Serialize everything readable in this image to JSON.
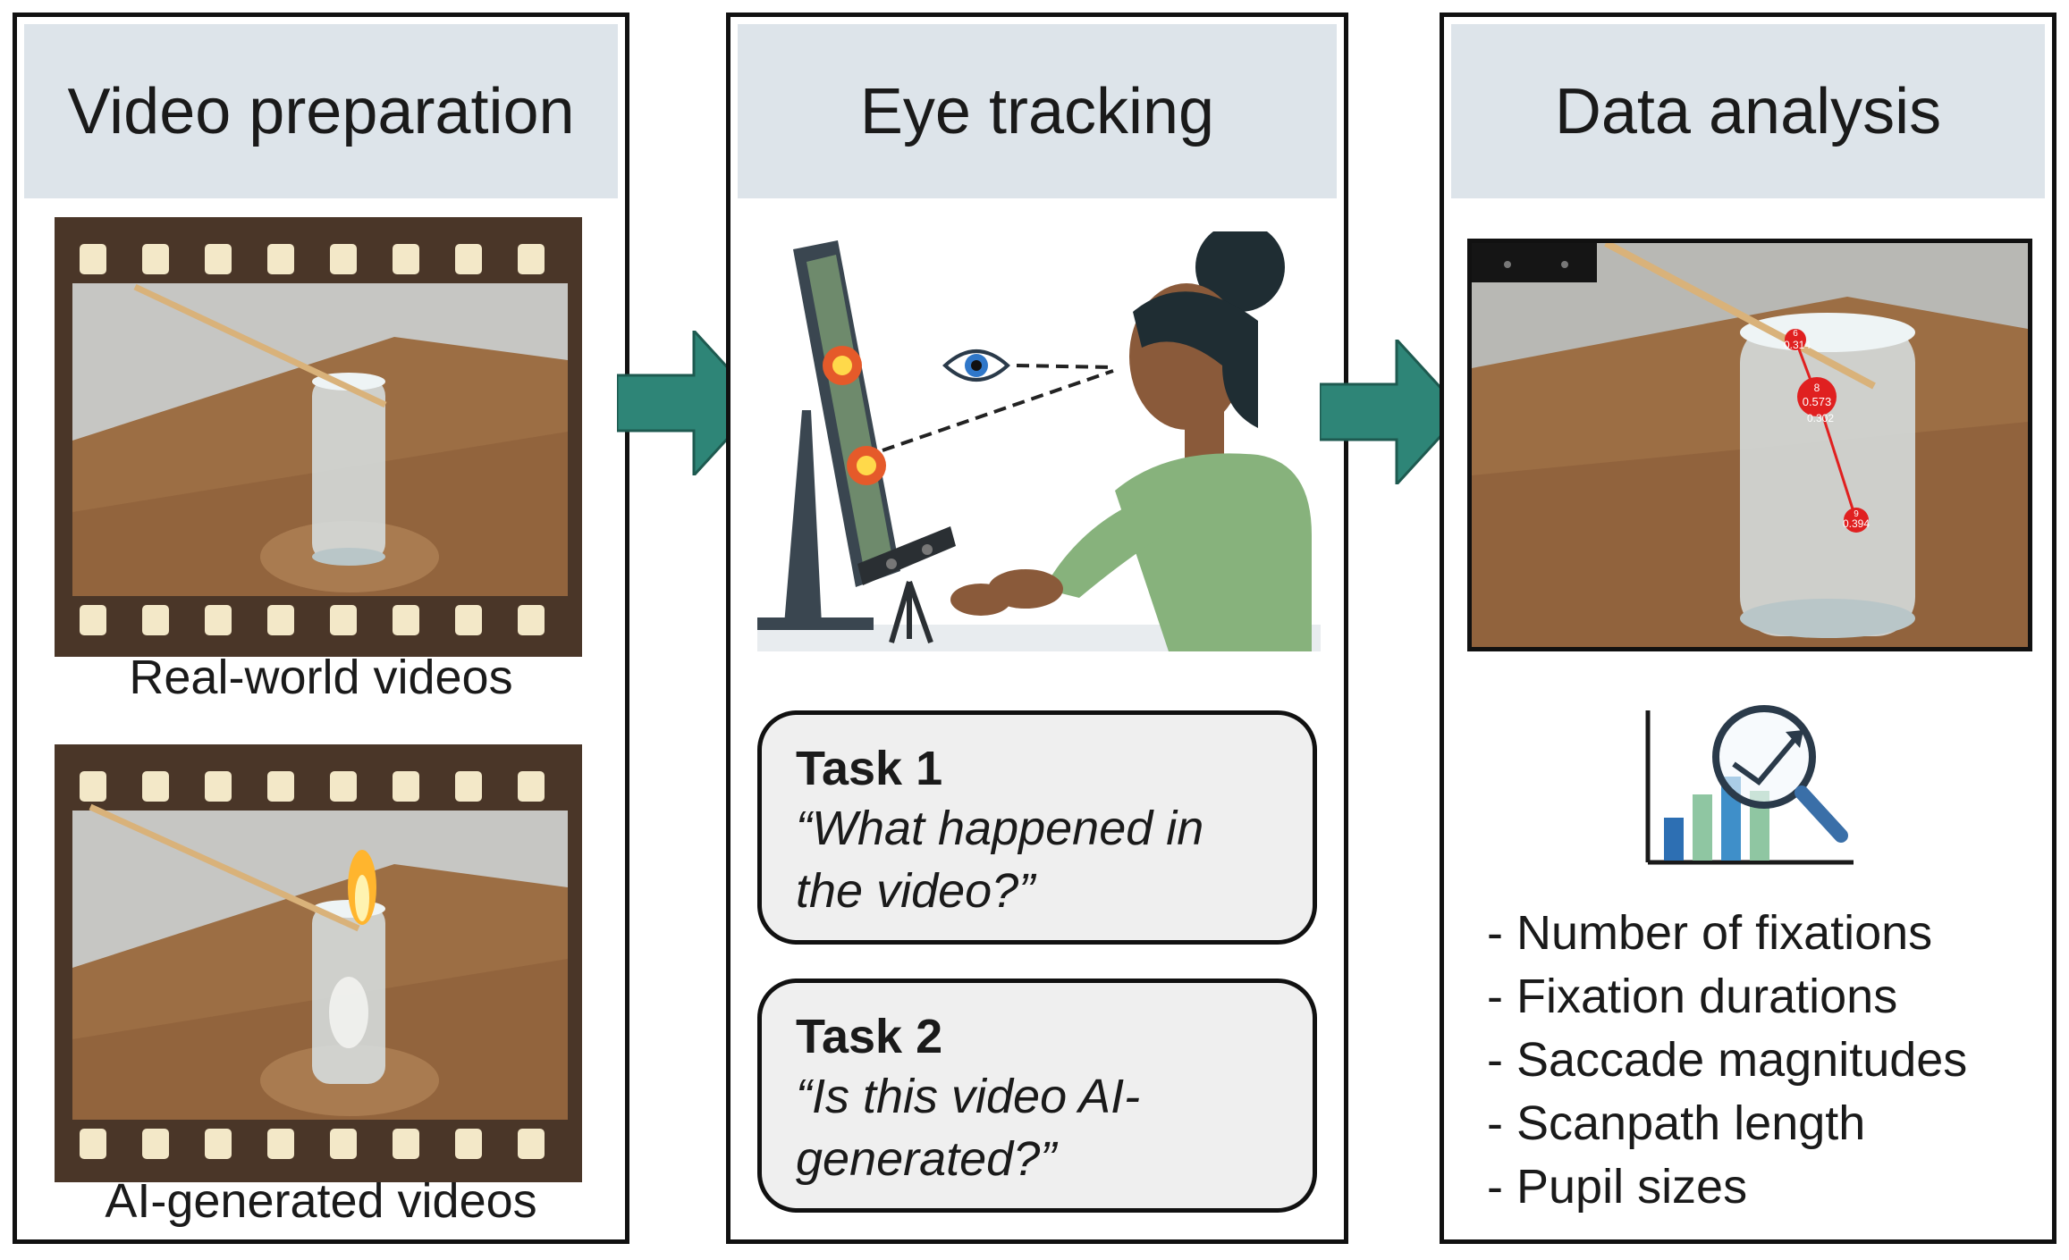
{
  "panels": {
    "video": {
      "title": "Video preparation",
      "caption_real": "Real-world videos",
      "caption_ai": "AI-generated videos"
    },
    "eye": {
      "title": "Eye tracking",
      "task1": {
        "title": "Task 1",
        "text": "“What happened in the video?”"
      },
      "task2": {
        "title": "Task 2",
        "text": "“Is this video AI-generated?”"
      }
    },
    "analysis": {
      "title": "Data analysis",
      "fixations": [
        {
          "id": "6",
          "duration": "0.314"
        },
        {
          "id": "8",
          "duration": "0.573"
        },
        {
          "id": "",
          "duration": "0.302"
        },
        {
          "id": "9",
          "duration": "0.394"
        }
      ],
      "metrics": [
        "- Number of fixations",
        "- Fixation durations",
        "- Saccade magnitudes",
        "- Scanpath length",
        "- Pupil sizes"
      ]
    }
  },
  "colors": {
    "header_bg": "#dde4ea",
    "arrow": "#2e8577",
    "film": "#4a3628",
    "task_bg": "#efefef",
    "fixation": "#e02020"
  },
  "icons": [
    "film-strip-icon",
    "arrow-right-icon",
    "eye-icon",
    "eye-tracker-icon",
    "chart-magnifier-icon"
  ]
}
